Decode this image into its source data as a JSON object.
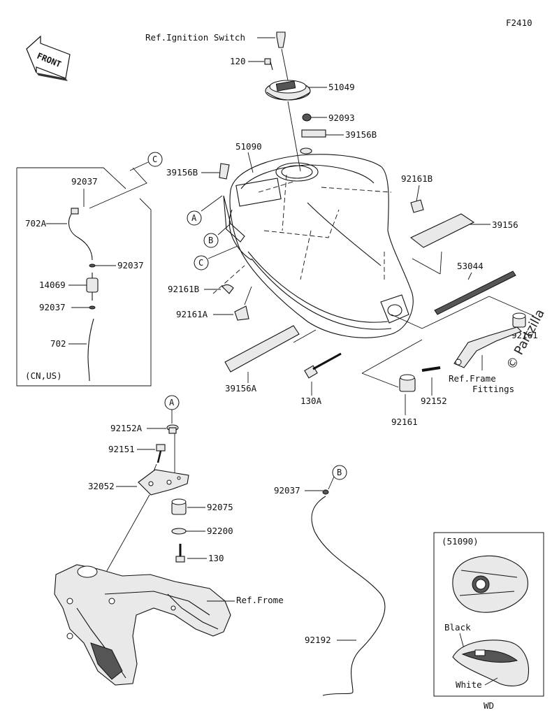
{
  "figure_code": "F2410",
  "front_label": "FRONT",
  "watermark": "© Partzilla",
  "callouts": {
    "a": "A",
    "b": "B",
    "c": "C"
  },
  "parts": {
    "ref_ignition_switch": "Ref.Ignition Switch",
    "p120": "120",
    "p51049": "51049",
    "p92093": "92093",
    "p39156b_top": "39156B",
    "p51090": "51090",
    "p39156b_left": "39156B",
    "p92161b_right": "92161B",
    "p39156": "39156",
    "p53044": "53044",
    "p92161b_left": "92161B",
    "p92161a": "92161A",
    "p92161_right": "92161",
    "ref_frame_fittings_1": "Ref.Frame",
    "ref_frame_fittings_2": "Fittings",
    "p39156a": "39156A",
    "p130a": "130A",
    "p92152": "92152",
    "p92161_bottom": "92161",
    "p92152a": "92152A",
    "p92151": "92151",
    "p32052": "32052",
    "p92075": "92075",
    "p92200": "92200",
    "p130": "130",
    "ref_frame": "Ref.Frome",
    "p92037_b": "92037",
    "p92192": "92192"
  },
  "inset_cn_us": {
    "p92037_top": "92037",
    "p702a": "702A",
    "p92037_mid": "92037",
    "p14069": "14069",
    "p92037_low": "92037",
    "p702": "702",
    "region": "(CN,US)"
  },
  "inset_51090": {
    "title": "(51090)",
    "black": "Black",
    "white": "White",
    "footer": "WD"
  }
}
